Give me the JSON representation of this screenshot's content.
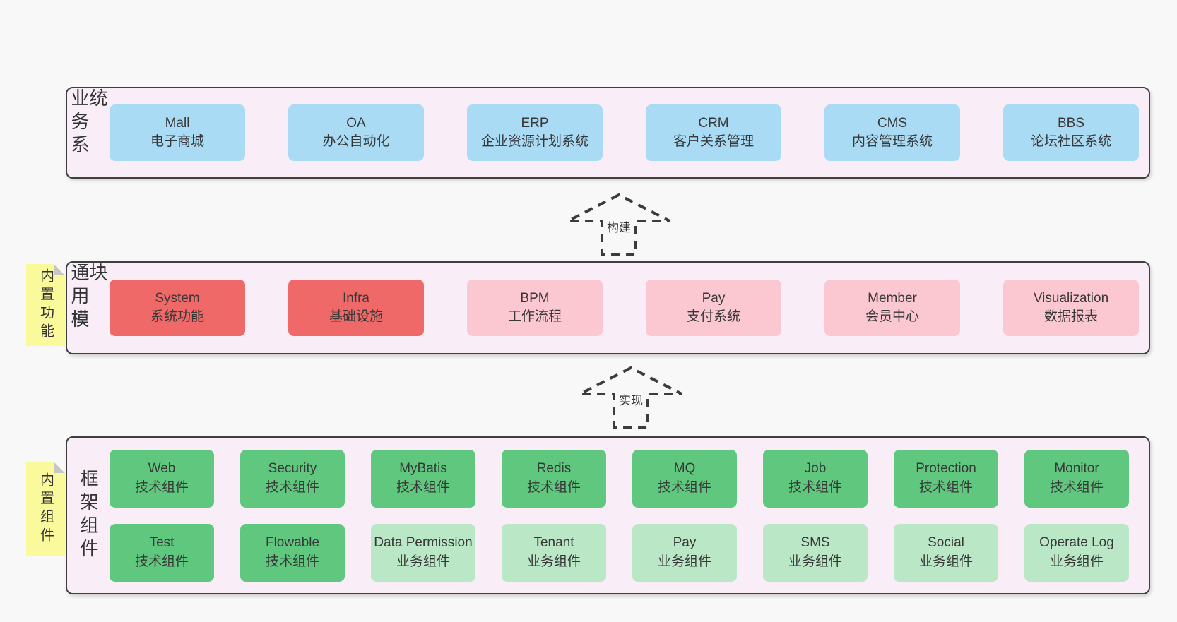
{
  "colors": {
    "page_bg": "#f8f8f8",
    "band_bg": "#f9eef7",
    "blue": "#a9dbf5",
    "red": "#ee6967",
    "pink": "#fbc7d1",
    "green": "#60c87e",
    "lightgreen": "#bae8c6",
    "note": "#fafa9c",
    "fold": "#c6c6c6",
    "stroke": "#3c3c3c"
  },
  "arrows": [
    {
      "label": "构建"
    },
    {
      "label": "实现"
    }
  ],
  "bands": [
    {
      "label": "业务系统",
      "boxes": [
        {
          "title": "Mall",
          "subtitle": "电子商城",
          "variant": "blue"
        },
        {
          "title": "OA",
          "subtitle": "办公自动化",
          "variant": "blue"
        },
        {
          "title": "ERP",
          "subtitle": "企业资源计划系统",
          "variant": "blue"
        },
        {
          "title": "CRM",
          "subtitle": "客户关系管理",
          "variant": "blue"
        },
        {
          "title": "CMS",
          "subtitle": "内容管理系统",
          "variant": "blue"
        },
        {
          "title": "BBS",
          "subtitle": "论坛社区系统",
          "variant": "blue"
        }
      ]
    },
    {
      "label": "通用模块",
      "note": "内置功能",
      "boxes": [
        {
          "title": "System",
          "subtitle": "系统功能",
          "variant": "red"
        },
        {
          "title": "Infra",
          "subtitle": "基础设施",
          "variant": "red"
        },
        {
          "title": "BPM",
          "subtitle": "工作流程",
          "variant": "pink"
        },
        {
          "title": "Pay",
          "subtitle": "支付系统",
          "variant": "pink"
        },
        {
          "title": "Member",
          "subtitle": "会员中心",
          "variant": "pink"
        },
        {
          "title": "Visualization",
          "subtitle": "数据报表",
          "variant": "pink"
        }
      ]
    },
    {
      "label": "框架组件",
      "note": "内置组件",
      "rows": [
        [
          {
            "title": "Web",
            "subtitle": "技术组件",
            "variant": "green"
          },
          {
            "title": "Security",
            "subtitle": "技术组件",
            "variant": "green"
          },
          {
            "title": "MyBatis",
            "subtitle": "技术组件",
            "variant": "green"
          },
          {
            "title": "Redis",
            "subtitle": "技术组件",
            "variant": "green"
          },
          {
            "title": "MQ",
            "subtitle": "技术组件",
            "variant": "green"
          },
          {
            "title": "Job",
            "subtitle": "技术组件",
            "variant": "green"
          },
          {
            "title": "Protection",
            "subtitle": "技术组件",
            "variant": "green"
          },
          {
            "title": "Monitor",
            "subtitle": "技术组件",
            "variant": "green"
          }
        ],
        [
          {
            "title": "Test",
            "subtitle": "技术组件",
            "variant": "green"
          },
          {
            "title": "Flowable",
            "subtitle": "技术组件",
            "variant": "green"
          },
          {
            "title": "Data Permission",
            "subtitle": "业务组件",
            "variant": "lightgreen"
          },
          {
            "title": "Tenant",
            "subtitle": "业务组件",
            "variant": "lightgreen"
          },
          {
            "title": "Pay",
            "subtitle": "业务组件",
            "variant": "lightgreen"
          },
          {
            "title": "SMS",
            "subtitle": "业务组件",
            "variant": "lightgreen"
          },
          {
            "title": "Social",
            "subtitle": "业务组件",
            "variant": "lightgreen"
          },
          {
            "title": "Operate Log",
            "subtitle": "业务组件",
            "variant": "lightgreen"
          }
        ]
      ]
    }
  ]
}
